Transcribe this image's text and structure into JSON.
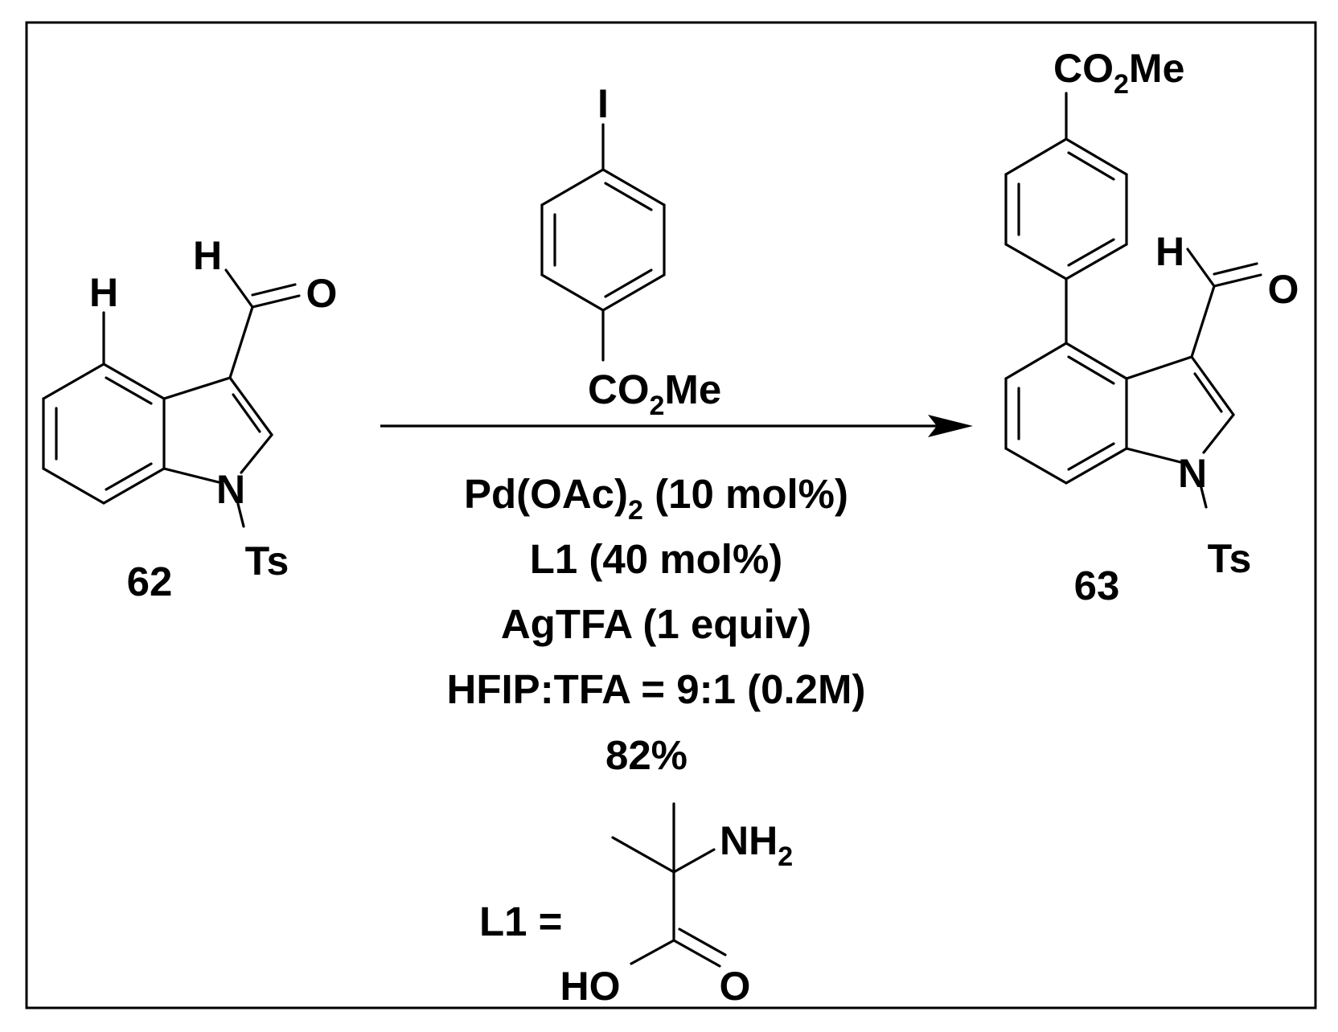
{
  "reactant": {
    "number": "62",
    "atoms": {
      "h_ring": "H",
      "h_aldehyde": "H",
      "oxygen": "O",
      "nitrogen": "N",
      "ts": "Ts"
    }
  },
  "reagent": {
    "iodine": "I",
    "ester_main": "CO",
    "ester_sub": "2",
    "ester_tail": "Me"
  },
  "conditions": {
    "catalyst_main": "Pd(OAc)",
    "catalyst_sub": "2",
    "catalyst_tail": " (10 mol%)",
    "ligand": "L1 (40 mol%)",
    "additive": "AgTFA (1 equiv)",
    "solvent": "HFIP:TFA = 9:1 (0.2M)",
    "yield": "82%"
  },
  "product": {
    "number": "63",
    "atoms": {
      "h_aldehyde": "H",
      "oxygen": "O",
      "nitrogen": "N",
      "ts": "Ts"
    },
    "ester_main": "CO",
    "ester_sub": "2",
    "ester_tail": "Me"
  },
  "ligand_structure": {
    "label": "L1 =",
    "amine_main": "NH",
    "amine_sub": "2",
    "hydroxyl": "HO",
    "oxygen": "O"
  }
}
